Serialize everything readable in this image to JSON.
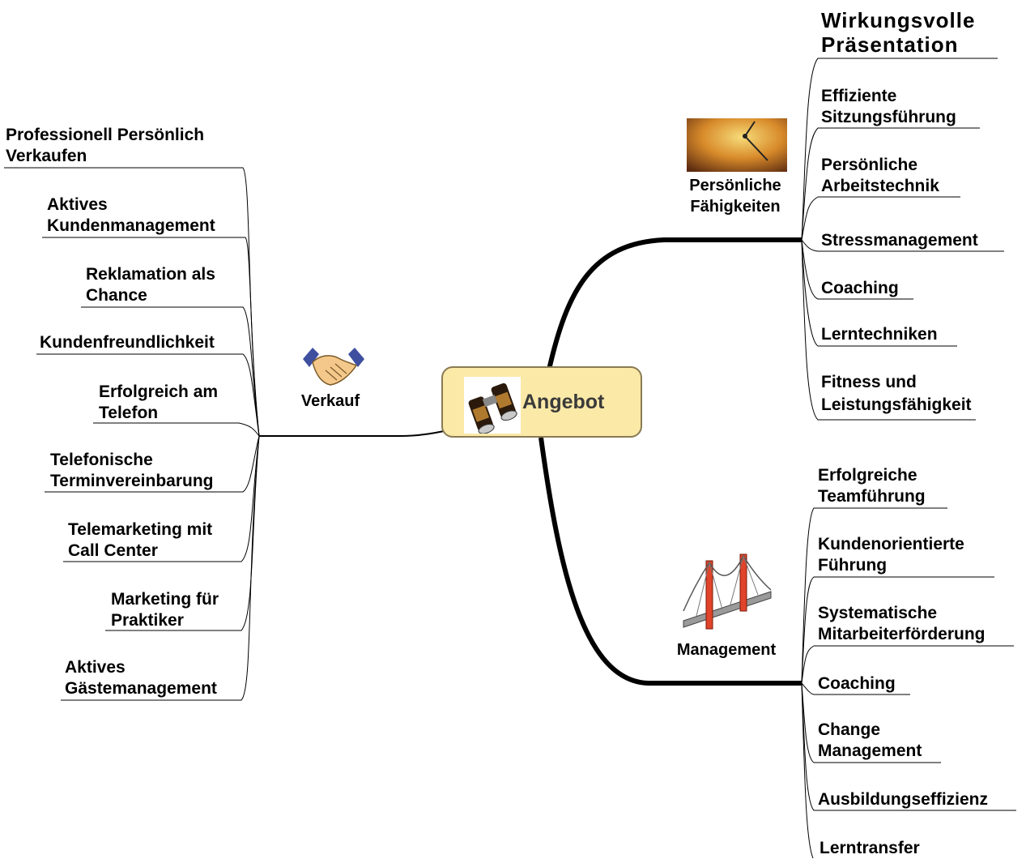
{
  "central": {
    "label": "Angebot",
    "icon": "binoculars-icon"
  },
  "branches": {
    "verkauf": {
      "label": "Verkauf",
      "icon": "handshake-icon",
      "items": [
        "Professionell Persönlich\nVerkaufen",
        "Aktives\nKundenmanagement",
        "Reklamation als\nChance",
        "Kundenfreundlichkeit",
        "Erfolgreich am\nTelefon",
        "Telefonische\nTerminvereinbarung",
        "Telemarketing mit\nCall Center",
        "Marketing für\nPraktiker",
        "Aktives\nGästemanagement"
      ]
    },
    "persoenliche": {
      "label": "Persönliche\nFähigkeiten",
      "icon": "clock-icon",
      "items": [
        "Wirkungsvolle\nPräsentation",
        "Effiziente\nSitzungsführung",
        "Persönliche\nArbeitstechnik",
        "Stressmanagement",
        "Coaching",
        "Lerntechniken",
        "Fitness und\nLeistungsfähigkeit"
      ]
    },
    "management": {
      "label": "Management",
      "icon": "bridge-icon",
      "items": [
        "Erfolgreiche\nTeamführung",
        "Kundenorientierte\nFührung",
        "Systematische\nMitarbeiterförderung",
        "Coaching",
        "Change\nManagement",
        "Ausbildungseffizienz",
        "Lerntransfer"
      ]
    }
  }
}
